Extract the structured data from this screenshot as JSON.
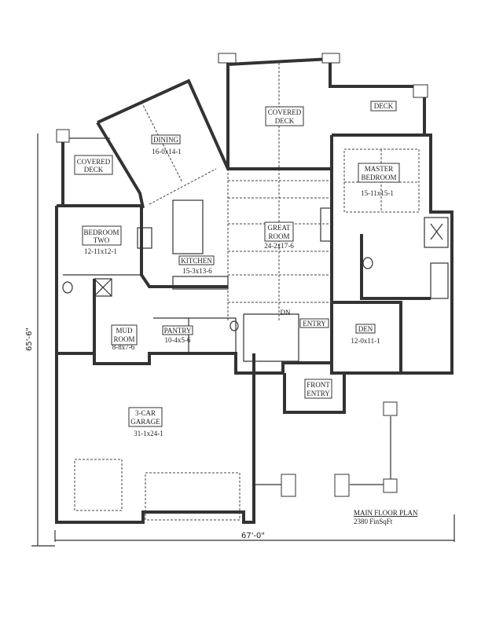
{
  "rooms": {
    "covered_deck_left": {
      "line1": "COVERED",
      "line2": "DECK"
    },
    "dining": {
      "name": "DINING",
      "size": "16-0x14-1"
    },
    "covered_deck_rear": {
      "line1": "COVERED",
      "line2": "DECK"
    },
    "deck": {
      "name": "DECK"
    },
    "master_bedroom": {
      "line1": "MASTER",
      "line2": "BEDROOM",
      "size": "15-11x15-1"
    },
    "bedroom_two": {
      "line1": "BEDROOM",
      "line2": "TWO",
      "size": "12-11x12-1"
    },
    "great_room": {
      "line1": "GREAT",
      "line2": "ROOM",
      "size": "24-2x17-6"
    },
    "kitchen": {
      "name": "KITCHEN",
      "size": "15-3x13-6"
    },
    "mud_room": {
      "line1": "MUD",
      "line2": "ROOM",
      "size": "8-8x7-6"
    },
    "pantry": {
      "name": "PANTRY",
      "size": "10-4x5-6"
    },
    "entry": {
      "name": "ENTRY"
    },
    "stairs": {
      "label": "DN"
    },
    "den": {
      "name": "DEN",
      "size": "12-0x11-1"
    },
    "front_entry": {
      "line1": "FRONT",
      "line2": "ENTRY"
    },
    "garage": {
      "line1": "3-CAR",
      "line2": "GARAGE",
      "size": "31-1x24-1"
    }
  },
  "dimensions": {
    "depth": "65'-6\"",
    "width": "67'-0\""
  },
  "title_block": {
    "title": "MAIN FLOOR PLAN",
    "area": "2380 FinSqFt"
  }
}
